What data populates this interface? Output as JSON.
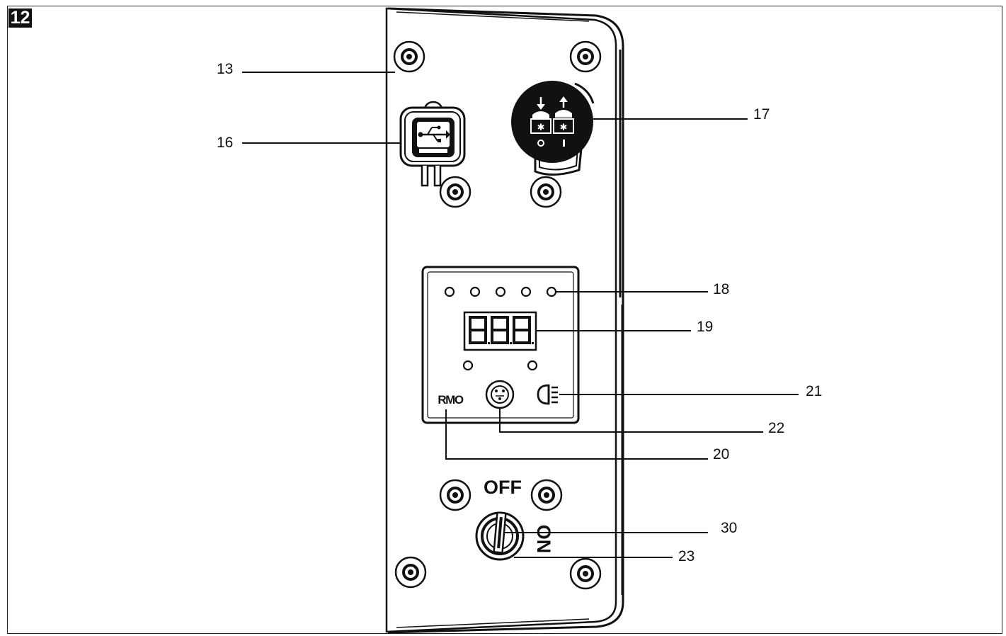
{
  "figure": {
    "number": "12"
  },
  "panel": {
    "switch_off_label": "OFF",
    "switch_on_label": "ON",
    "remote_label": "RMO"
  },
  "callouts": [
    {
      "id": "13",
      "label": "13"
    },
    {
      "id": "16",
      "label": "16"
    },
    {
      "id": "17",
      "label": "17"
    },
    {
      "id": "18",
      "label": "18"
    },
    {
      "id": "19",
      "label": "19"
    },
    {
      "id": "21",
      "label": "21"
    },
    {
      "id": "22",
      "label": "22"
    },
    {
      "id": "20",
      "label": "20"
    },
    {
      "id": "30",
      "label": "30"
    },
    {
      "id": "23",
      "label": "23"
    }
  ],
  "icons": {
    "usb": "usb-icon",
    "pump_switch": "pump-up-down-icon",
    "key_switch": "key-switch-icon",
    "light": "lamp-icon",
    "remote_port": "connector-socket-icon"
  }
}
